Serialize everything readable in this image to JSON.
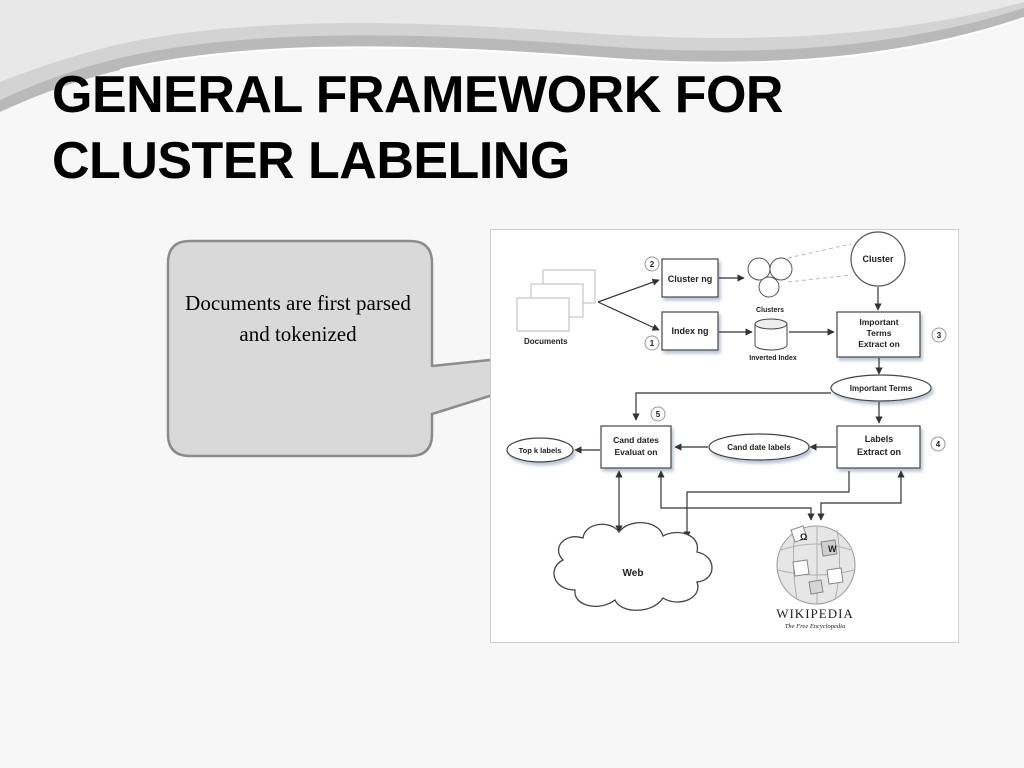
{
  "slide": {
    "title_line1": "GENERAL FRAMEWORK FOR",
    "title_line2": "CLUSTER LABELING",
    "callout": "Documents are first parsed and tokenized"
  },
  "diagram": {
    "documents": "Documents",
    "clustering": "Cluster ng",
    "indexing": "Index ng",
    "clusters": "Clusters",
    "inverted_index": "Inverted Index",
    "cluster": "Cluster",
    "extraction_1": "Important",
    "extraction_2": "Terms",
    "extraction_3": "Extract on",
    "important_terms": "Important Terms",
    "labels_extraction_1": "Labels",
    "labels_extraction_2": "Extract on",
    "candidate_labels": "Cand date labels",
    "candidates_eval_1": "Cand dates",
    "candidates_eval_2": "Evaluat on",
    "top_k_labels": "Top k labels",
    "web": "Web",
    "wikipedia_logo_title": "WIKIPEDIA",
    "wikipedia_logo_subtitle": "The Free Encyclopedia",
    "step_1": "1",
    "step_2": "2",
    "step_3": "3",
    "step_4": "4",
    "step_5": "5"
  },
  "colors": {
    "title": "#000000",
    "callout_fill": "#d9d9d9",
    "callout_border": "#8c8c8c",
    "diagram_stroke": "#444444"
  }
}
